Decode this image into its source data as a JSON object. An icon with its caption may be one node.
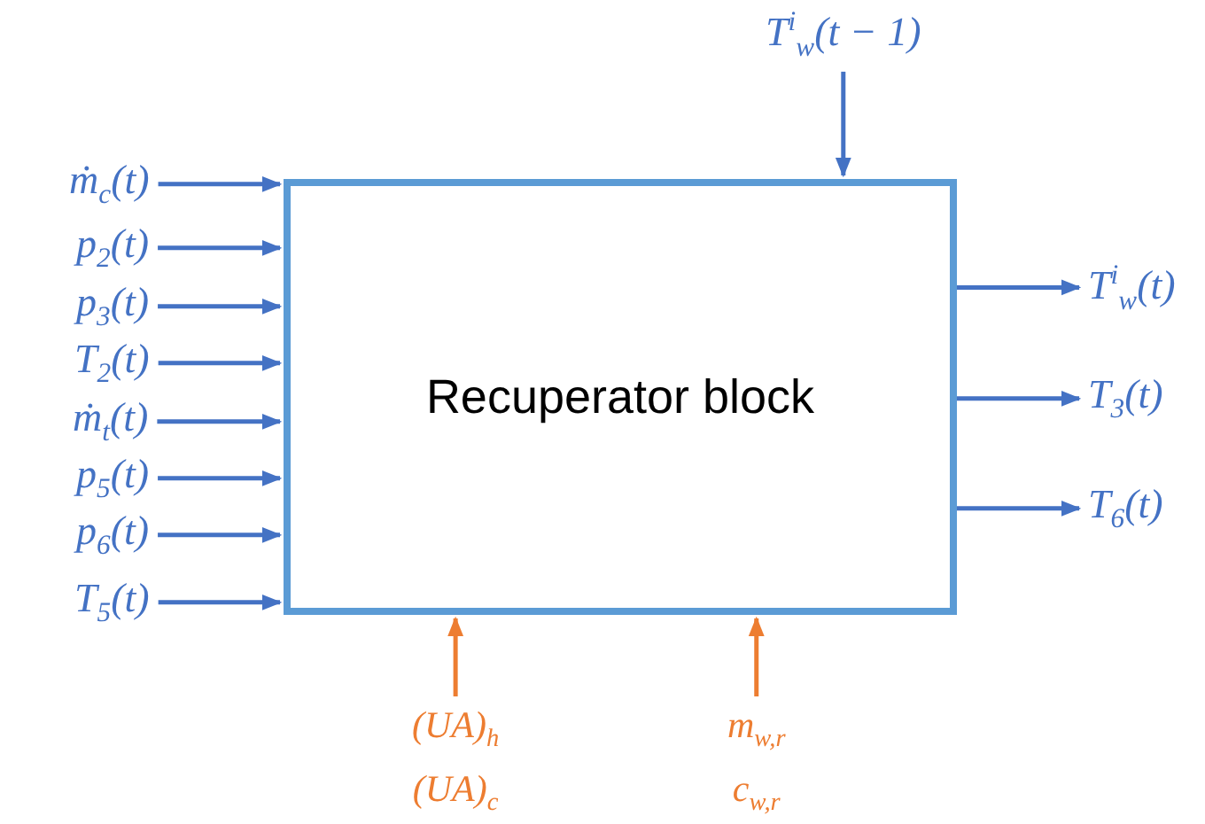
{
  "diagram": {
    "nodes": [
      {
        "text": [
          "T$^{i}$$_{w}$(t − 1)"
        ]
      },
      {
        "text": [
          "Recuperator block"
        ]
      },
      {
        "text": [
          "ṁ$_{c}$(t)"
        ]
      },
      {
        "text": [
          "p$_{2}$(t)"
        ]
      },
      {
        "text": [
          "p$_{3}$(t)"
        ]
      },
      {
        "text": [
          "T$_{2}$(t)"
        ]
      },
      {
        "text": [
          "ṁ$_{t}$(t)"
        ]
      },
      {
        "text": [
          "p$_{5}$(t)"
        ]
      },
      {
        "text": [
          "p$_{6}$(t)"
        ]
      },
      {
        "text": [
          "T$_{5}$(t)"
        ]
      },
      {
        "text": [
          "T$^{i}$$_{w}$(t)"
        ]
      },
      {
        "text": [
          "T$_{3}$(t)"
        ]
      },
      {
        "text": [
          "T$_{6}$(t)"
        ]
      },
      {
        "text": [
          "(UA)$_{h}$",
          "(UA)$_{c}$"
        ]
      },
      {
        "text": [
          "m$_{w,r}$",
          "c$_{w,r}$"
        ]
      }
    ],
    "edges": [
      {
        "from": 0,
        "to": 1,
        "arrow": "to"
      },
      {
        "from": 2,
        "to": 1,
        "arrow": "to"
      },
      {
        "from": 3,
        "to": 1,
        "arrow": "to"
      },
      {
        "from": 4,
        "to": 1,
        "arrow": "to"
      },
      {
        "from": 5,
        "to": 1,
        "arrow": "to"
      },
      {
        "from": 6,
        "to": 1,
        "arrow": "to"
      },
      {
        "from": 7,
        "to": 1,
        "arrow": "to"
      },
      {
        "from": 8,
        "to": 1,
        "arrow": "to"
      },
      {
        "from": 9,
        "to": 1,
        "arrow": "to"
      },
      {
        "from": 1,
        "to": 10,
        "arrow": "to"
      },
      {
        "from": 1,
        "to": 11,
        "arrow": "to"
      },
      {
        "from": 1,
        "to": 12,
        "arrow": "to"
      },
      {
        "from": 13,
        "to": 1,
        "arrow": "to",
        "color": "#ed7d31"
      },
      {
        "from": 14,
        "to": 1,
        "arrow": "to",
        "color": "#ed7d31"
      }
    ]
  }
}
